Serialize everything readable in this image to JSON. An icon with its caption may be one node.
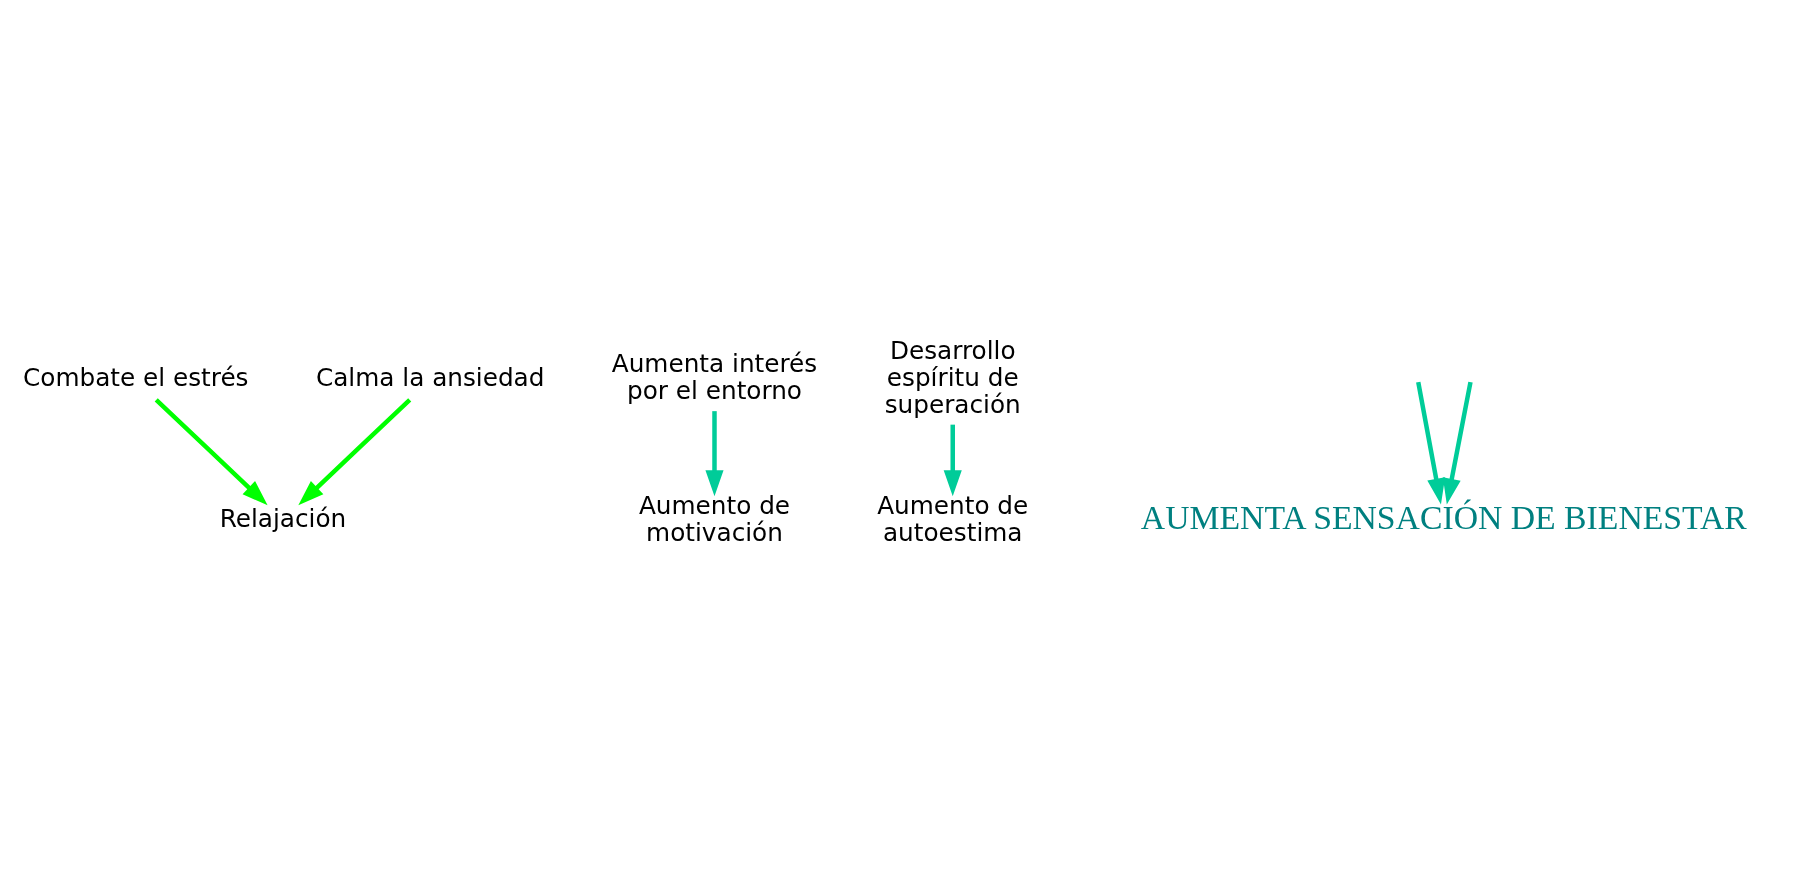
{
  "diagram": {
    "nodes": [
      {
        "text": [
          "Combate el estrés"
        ]
      },
      {
        "text": [
          "Calma la ansiedad"
        ]
      },
      {
        "text": [
          "Relajación"
        ]
      },
      {
        "text": [
          "Aumenta interés por el entorno"
        ]
      },
      {
        "text": [
          "Aumento de motivación"
        ]
      },
      {
        "text": [
          "Desarrollo espíritu de superación"
        ]
      },
      {
        "text": [
          "Aumento de autoestima"
        ]
      },
      {
        "text": [
          "AUMENTA SENSACIÓN DE BIENESTAR"
        ]
      }
    ],
    "edges": [
      {
        "from": 0,
        "to": 2,
        "arrow": "to",
        "color": "#00ff00"
      },
      {
        "from": 1,
        "to": 2,
        "arrow": "to",
        "color": "#00ff00"
      },
      {
        "from": 3,
        "to": 4,
        "arrow": "to"
      },
      {
        "from": 5,
        "to": 6,
        "arrow": "to"
      },
      {
        "from": null,
        "to": 7,
        "arrow": "to"
      },
      {
        "from": null,
        "to": 7,
        "arrow": "to"
      }
    ]
  }
}
